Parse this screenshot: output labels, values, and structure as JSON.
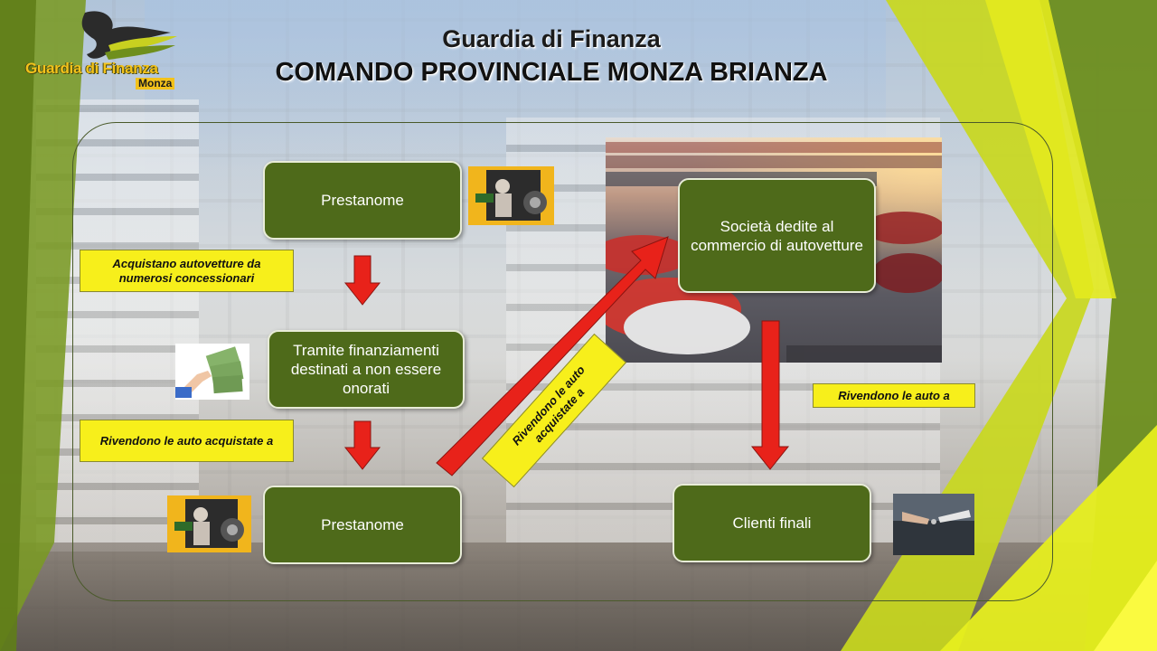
{
  "header": {
    "logo_text": "Guardia di Finanza",
    "logo_subtext": "Monza",
    "title_line1": "Guardia di Finanza",
    "title_line2": "COMANDO PROVINCIALE MONZA BRIANZA"
  },
  "nodes": {
    "prestanome_top": "Prestanome",
    "finanziamenti": "Tramite finanziamenti destinati a non essere onorati",
    "prestanome_bottom": "Prestanome",
    "societa": "Società dedite al commercio di autovetture",
    "clienti": "Clienti finali"
  },
  "labels": {
    "acquistano": "Acquistano autovetture da numerosi concessionari",
    "rivendono_acquistate": "Rivendono le auto acquistate a",
    "rivendono_diagonal": "Rivendono le auto acquistate a",
    "rivendono_right": "Rivendono le auto a"
  },
  "colors": {
    "node_fill": "#4e6a1a",
    "label_fill": "#f7ef1b",
    "arrow_red": "#e8221a",
    "accent_green": "#6f8f1c",
    "accent_yellow": "#d8e21a"
  },
  "icons": {
    "money_man": "man-with-money-icon",
    "hand_money": "hand-with-cash-icon",
    "car_keys": "car-key-handover-icon",
    "cars": "car-lot-photo"
  }
}
